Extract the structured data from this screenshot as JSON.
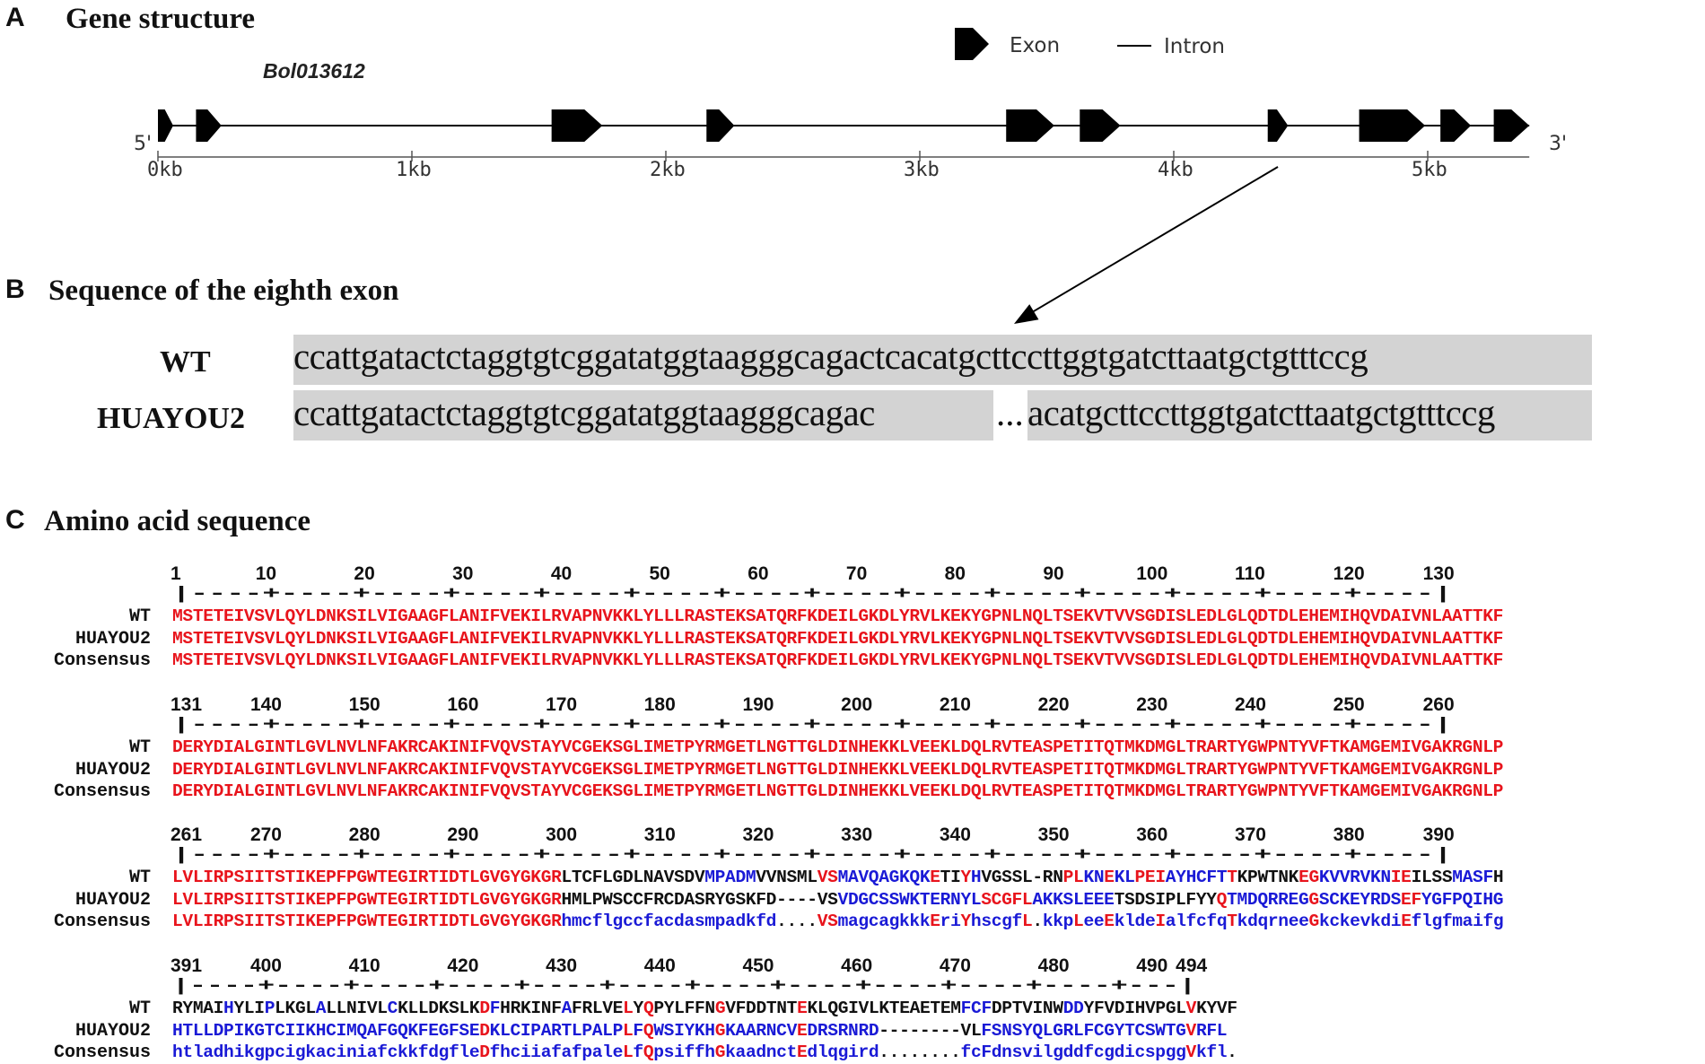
{
  "panel_a": {
    "letter": "A",
    "title": "Gene structure",
    "gene_name": "Bol013612",
    "legend": {
      "exon_label": "Exon",
      "intron_label": "Intron"
    },
    "five_prime": "5'",
    "three_prime": "3'",
    "axis_ticks": [
      "0kb",
      "1kb",
      "2kb",
      "3kb",
      "4kb",
      "5kb"
    ],
    "exons": [
      {
        "start_kb": 0.0,
        "end_kb": 0.06
      },
      {
        "start_kb": 0.15,
        "end_kb": 0.25
      },
      {
        "start_kb": 1.55,
        "end_kb": 1.75
      },
      {
        "start_kb": 2.16,
        "end_kb": 2.27
      },
      {
        "start_kb": 3.34,
        "end_kb": 3.53
      },
      {
        "start_kb": 3.63,
        "end_kb": 3.79
      },
      {
        "start_kb": 4.37,
        "end_kb": 4.45
      },
      {
        "start_kb": 4.73,
        "end_kb": 4.99
      },
      {
        "start_kb": 5.05,
        "end_kb": 5.17
      },
      {
        "start_kb": 5.26,
        "end_kb": 5.4
      }
    ],
    "gene_end_kb": 5.4,
    "highlight_exon_index": 6
  },
  "panel_b": {
    "letter": "B",
    "title": "Sequence of the eighth exon",
    "rows": [
      {
        "label": "WT",
        "segments": [
          "ccattgatactctaggtgtcggatatggtaagggcagactcacatgcttccttggtgatcttaatgctgtttccg"
        ]
      },
      {
        "label": "HUAYOU2",
        "segments": [
          "ccattgatactctaggtgtcggatatggtaagggcagac",
          "...",
          "acatgcttccttggtgatcttaatgctgtttccg"
        ]
      }
    ]
  },
  "panel_c": {
    "letter": "C",
    "title": "Amino acid sequence",
    "blocks": [
      {
        "numbers": [
          "1",
          "10",
          "20",
          "30",
          "40",
          "50",
          "60",
          "70",
          "80",
          "90",
          "100",
          "110",
          "120",
          "130"
        ],
        "ruler": "|----+----+----+----+----+----+----+----+----+----+----+----+----+----|",
        "rows": [
          {
            "label": "WT",
            "runs": [
              [
                "r",
                "MSTETEIVSVLQYLDNKSILVIGAAGFLANIFVEKILRVAPNVKKLYLLLRASTEKSATQRFKDEILGKDLYRVLKEKYGPNLNQLTSEKVTVVSGDISLEDLGLQDTDLEHEMIHQVDAIVNLAATTKF"
              ]
            ]
          },
          {
            "label": "HUAYOU2",
            "runs": [
              [
                "r",
                "MSTETEIVSVLQYLDNKSILVIGAAGFLANIFVEKILRVAPNVKKLYLLLRASTEKSATQRFKDEILGKDLYRVLKEKYGPNLNQLTSEKVTVVSGDISLEDLGLQDTDLEHEMIHQVDAIVNLAATTKF"
              ]
            ]
          },
          {
            "label": "Consensus",
            "runs": [
              [
                "r",
                "MSTETEIVSVLQYLDNKSILVIGAAGFLANIFVEKILRVAPNVKKLYLLLRASTEKSATQRFKDEILGKDLYRVLKEKYGPNLNQLTSEKVTVVSGDISLEDLGLQDTDLEHEMIHQVDAIVNLAATTKF"
              ]
            ]
          }
        ]
      },
      {
        "numbers": [
          "131",
          "140",
          "150",
          "160",
          "170",
          "180",
          "190",
          "200",
          "210",
          "220",
          "230",
          "240",
          "250",
          "260"
        ],
        "ruler": "|----+----+----+----+----+----+----+----+----+----+----+----+----+----|",
        "rows": [
          {
            "label": "WT",
            "runs": [
              [
                "r",
                "DERYDIALGINTLGVLNVLNFAKRCAKINIFVQVSTAYVCGEKSGLIMETPYRMGETLNGTTGLDINHEKKLVEEKLDQLRVTEASPETITQTMKDMGLTRARTYGWPNTYVFTKAMGEMIVGAKRGNLP"
              ]
            ]
          },
          {
            "label": "HUAYOU2",
            "runs": [
              [
                "r",
                "DERYDIALGINTLGVLNVLNFAKRCAKINIFVQVSTAYVCGEKSGLIMETPYRMGETLNGTTGLDINHEKKLVEEKLDQLRVTEASPETITQTMKDMGLTRARTYGWPNTYVFTKAMGEMIVGAKRGNLP"
              ]
            ]
          },
          {
            "label": "Consensus",
            "runs": [
              [
                "r",
                "DERYDIALGINTLGVLNVLNFAKRCAKINIFVQVSTAYVCGEKSGLIMETPYRMGETLNGTTGLDINHEKKLVEEKLDQLRVTEASPETITQTMKDMGLTRARTYGWPNTYVFTKAMGEMIVGAKRGNLP"
              ]
            ]
          }
        ]
      },
      {
        "numbers": [
          "261",
          "270",
          "280",
          "290",
          "300",
          "310",
          "320",
          "330",
          "340",
          "350",
          "360",
          "370",
          "380",
          "390"
        ],
        "ruler": "|----+----+----+----+----+----+----+----+----+----+----+----+----+----|",
        "rows": [
          {
            "label": "WT",
            "runs": [
              [
                "r",
                "LVLIRPSIITSTIKEPFPGWTEGIRTIDTLGVGYGKGR"
              ],
              [
                "k",
                "LTCFLGDLNAVSDV"
              ],
              [
                "b",
                "MPADM"
              ],
              [
                "k",
                "VVNSML"
              ],
              [
                "r",
                "VS"
              ],
              [
                "b",
                "MAVQAGKQK"
              ],
              [
                "r",
                "E"
              ],
              [
                "k",
                "TI"
              ],
              [
                "r",
                "Y"
              ],
              [
                "b",
                "H"
              ],
              [
                "k",
                "VGSSL-RN"
              ],
              [
                "r",
                "PL"
              ],
              [
                "b",
                "KN"
              ],
              [
                "r",
                "E"
              ],
              [
                "b",
                "KL"
              ],
              [
                "r",
                "PEI"
              ],
              [
                "b",
                "AYHCFT"
              ],
              [
                "r",
                "T"
              ],
              [
                "k",
                "KPWTNK"
              ],
              [
                "r",
                "EG"
              ],
              [
                "b",
                "KVVRVKN"
              ],
              [
                "r",
                "IE"
              ],
              [
                "k",
                "ILSS"
              ],
              [
                "b",
                "MASF"
              ],
              [
                "k",
                "H"
              ]
            ]
          },
          {
            "label": "HUAYOU2",
            "runs": [
              [
                "r",
                "LVLIRPSIITSTIKEPFPGWTEGIRTIDTLGVGYGKGR"
              ],
              [
                "k",
                "HMLPWSCCFRCDASRYGSKFD----VS"
              ],
              [
                "b",
                "VDGCSSWKTERNYL"
              ],
              [
                "r",
                "SCGFL"
              ],
              [
                "b",
                "AKKSLEEE"
              ],
              [
                "k",
                "TSDSIPLFYY"
              ],
              [
                "r",
                "Q"
              ],
              [
                "b",
                "TMDQRREG"
              ],
              [
                "r",
                "G"
              ],
              [
                "b",
                "SCKEYRDS"
              ],
              [
                "r",
                "EF"
              ],
              [
                "b",
                "YGFPQIHG"
              ]
            ]
          },
          {
            "label": "Consensus",
            "runs": [
              [
                "r",
                "LVLIRPSIITSTIKEPFPGWTEGIRTIDTLGVGYGKGR"
              ],
              [
                "b",
                "hmcflgccfacdasmpadkfd"
              ],
              [
                "k",
                "...."
              ],
              [
                "r",
                "VS"
              ],
              [
                "b",
                "magcagkkk"
              ],
              [
                "r",
                "E"
              ],
              [
                "b",
                "ri"
              ],
              [
                "r",
                "Y"
              ],
              [
                "b",
                "hscgf"
              ],
              [
                "r",
                "L"
              ],
              [
                "k",
                "."
              ],
              [
                "b",
                "kkp"
              ],
              [
                "r",
                "L"
              ],
              [
                "b",
                "ee"
              ],
              [
                "r",
                "E"
              ],
              [
                "b",
                "klde"
              ],
              [
                "r",
                "I"
              ],
              [
                "b",
                "alfcfq"
              ],
              [
                "r",
                "T"
              ],
              [
                "b",
                "kdqrnee"
              ],
              [
                "r",
                "G"
              ],
              [
                "b",
                "kckevkdi"
              ],
              [
                "r",
                "E"
              ],
              [
                "b",
                "flgfmaifg"
              ]
            ]
          }
        ]
      },
      {
        "numbers": [
          "391",
          "400",
          "410",
          "420",
          "430",
          "440",
          "450",
          "460",
          "470",
          "480",
          "490",
          "494"
        ],
        "ruler": "|----+----+----+----+----+----+----+----+----+----+----+---|",
        "rows": [
          {
            "label": "WT",
            "runs": [
              [
                "k",
                "RYMAI"
              ],
              [
                "b",
                "H"
              ],
              [
                "k",
                "YLI"
              ],
              [
                "b",
                "P"
              ],
              [
                "k",
                "LKGL"
              ],
              [
                "b",
                "A"
              ],
              [
                "k",
                "LLNIVL"
              ],
              [
                "b",
                "C"
              ],
              [
                "k",
                "KLLDKSLK"
              ],
              [
                "r",
                "D"
              ],
              [
                "b",
                "F"
              ],
              [
                "k",
                "HRKINF"
              ],
              [
                "b",
                "A"
              ],
              [
                "k",
                "FRLVE"
              ],
              [
                "r",
                "L"
              ],
              [
                "k",
                "Y"
              ],
              [
                "r",
                "Q"
              ],
              [
                "k",
                "PYLFFN"
              ],
              [
                "r",
                "G"
              ],
              [
                "k",
                "VFDDTNT"
              ],
              [
                "r",
                "E"
              ],
              [
                "k",
                "KLQGIVLKTEAETEM"
              ],
              [
                "b",
                "FCF"
              ],
              [
                "k",
                "DPTVINW"
              ],
              [
                "b",
                "DD"
              ],
              [
                "k",
                "YFVDIHVPGL"
              ],
              [
                "r",
                "V"
              ],
              [
                "k",
                "KYVF"
              ]
            ]
          },
          {
            "label": "HUAYOU2",
            "runs": [
              [
                "b",
                "HTLLDPIKGTCIIKHCIMQAFGQKFEGFSE"
              ],
              [
                "r",
                "D"
              ],
              [
                "b",
                "KLCIPARTLPALP"
              ],
              [
                "r",
                "L"
              ],
              [
                "b",
                "F"
              ],
              [
                "r",
                "Q"
              ],
              [
                "b",
                "WSIYKH"
              ],
              [
                "r",
                "G"
              ],
              [
                "b",
                "KAARNCV"
              ],
              [
                "r",
                "E"
              ],
              [
                "b",
                "DRSRNRD"
              ],
              [
                "k",
                "--------VL"
              ],
              [
                "b",
                "FSNSYQLGRLFCGYTCSWTG"
              ],
              [
                "r",
                "V"
              ],
              [
                "b",
                "RFL"
              ]
            ]
          },
          {
            "label": "Consensus",
            "runs": [
              [
                "b",
                "htladhikgpcigkaciniafckkfdgfle"
              ],
              [
                "r",
                "D"
              ],
              [
                "b",
                "fhciiafafpale"
              ],
              [
                "r",
                "L"
              ],
              [
                "b",
                "f"
              ],
              [
                "r",
                "Q"
              ],
              [
                "b",
                "psiffh"
              ],
              [
                "r",
                "G"
              ],
              [
                "b",
                "kaadnct"
              ],
              [
                "r",
                "E"
              ],
              [
                "b",
                "dlqgird"
              ],
              [
                "k",
                "........"
              ],
              [
                "b",
                "fcFdnsvilgddfcgdicspgg"
              ],
              [
                "r",
                "V"
              ],
              [
                "b",
                "kfl"
              ],
              [
                "k",
                "."
              ]
            ]
          }
        ]
      }
    ]
  },
  "colors": {
    "identical": "#e8141c",
    "similar": "#1a1ad6",
    "different": "#111111",
    "highlight": "#d3d3d3"
  }
}
